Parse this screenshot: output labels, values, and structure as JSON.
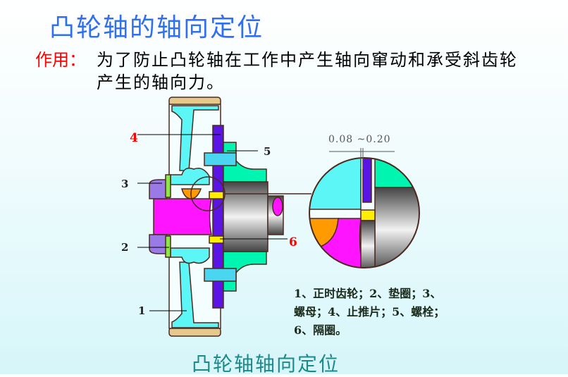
{
  "title": "凸轮轴的轴向定位",
  "purpose": {
    "label": "作用：",
    "line1": "为了防止凸轮轴在工作中产生轴向窜动和承受斜齿轮",
    "line2": "产生的轴向力。"
  },
  "diagram": {
    "labels": {
      "n1": "1",
      "n2": "2",
      "n3": "3",
      "n4": "4",
      "n5": "5",
      "n6": "6"
    },
    "dimension": "0.08 ~0.20",
    "colors": {
      "gear": "#5cf6f6",
      "rim": "#e6c98a",
      "thrust_plate": "#5a14e6",
      "flange": "#00f5b0",
      "shaft": "#a8a8a8",
      "camshaft": "#ff14ff",
      "nut": "#9a7ae6",
      "washer": "#8ee64a",
      "spacer": "#ffee00",
      "key": "#ff9a00",
      "highlight": "#ff0000"
    }
  },
  "legend": {
    "line1": "1、正时齿轮；2、垫圈；3、",
    "line2": "螺母；4、止推片；5、螺栓；",
    "line3": "6、隔圈。"
  },
  "caption": "凸轮轴轴向定位"
}
